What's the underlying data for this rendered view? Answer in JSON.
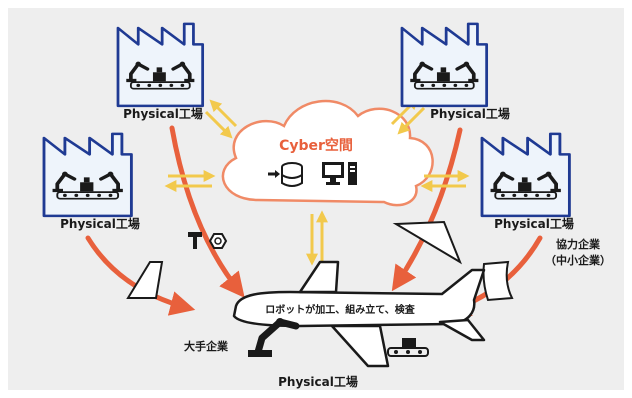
{
  "labels": {
    "factory_top_left": "Physical工場",
    "factory_mid_left": "Physical工場",
    "factory_top_right": "Physical工場",
    "factory_mid_right": "Physical工場",
    "factory_bottom": "Physical工場",
    "cloud_title": "Cyber空間",
    "partner_line1": "協力企業",
    "partner_line2": "（中小企業）",
    "airplane_text": "ロボットが加工、組み立て、検査",
    "big_company": "大手企業"
  },
  "colors": {
    "background": "#eeeeee",
    "factory_blue": "#1f3a93",
    "factory_fill": "#eef4fb",
    "arrow_orange": "#e8603c",
    "sync_yellow": "#f2c94c",
    "cloud_stroke": "#f08a66"
  },
  "icons": [
    "factory-icon",
    "robot-arm-icon",
    "database-icon",
    "computer-icon",
    "bolt-nut-icon",
    "wing-part-icon",
    "conveyor-cart-icon",
    "airplane-icon"
  ]
}
